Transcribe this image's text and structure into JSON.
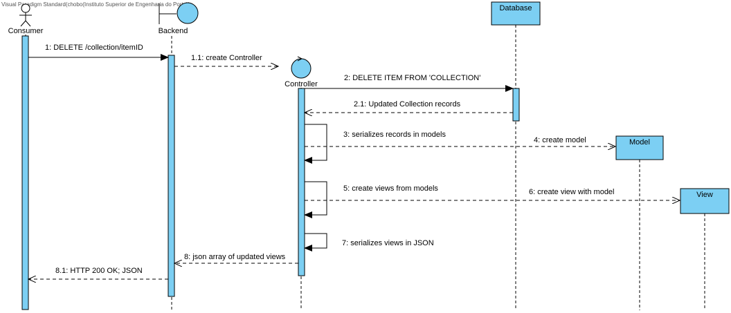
{
  "watermark": "Visual Paradigm Standard(chobo(Instituto Superior de Engenharia do Porto))",
  "colors": {
    "fill": "#7ccff3",
    "stroke": "#000000",
    "lifeline": "#000000"
  },
  "participants": {
    "consumer": {
      "label": "Consumer",
      "kind": "actor"
    },
    "backend": {
      "label": "Backend",
      "kind": "boundary"
    },
    "controller": {
      "label": "Controller",
      "kind": "control"
    },
    "database": {
      "label": "Database",
      "kind": "box"
    },
    "model": {
      "label": "Model",
      "kind": "box"
    },
    "view": {
      "label": "View",
      "kind": "box"
    }
  },
  "messages": {
    "m1": "1: DELETE /collection/itemID",
    "m1_1": "1.1: create Controller",
    "m2": "2: DELETE ITEM FROM 'COLLECTION'",
    "m2_1": "2.1: Updated Collection records",
    "m3": "3: serializes records in models",
    "m4": "4: create model",
    "m5": "5: create views from models",
    "m6": "6: create view with model",
    "m7": "7: serializes views in JSON",
    "m8": "8: json array of updated views",
    "m8_1": "8.1: HTTP 200 OK; JSON"
  }
}
